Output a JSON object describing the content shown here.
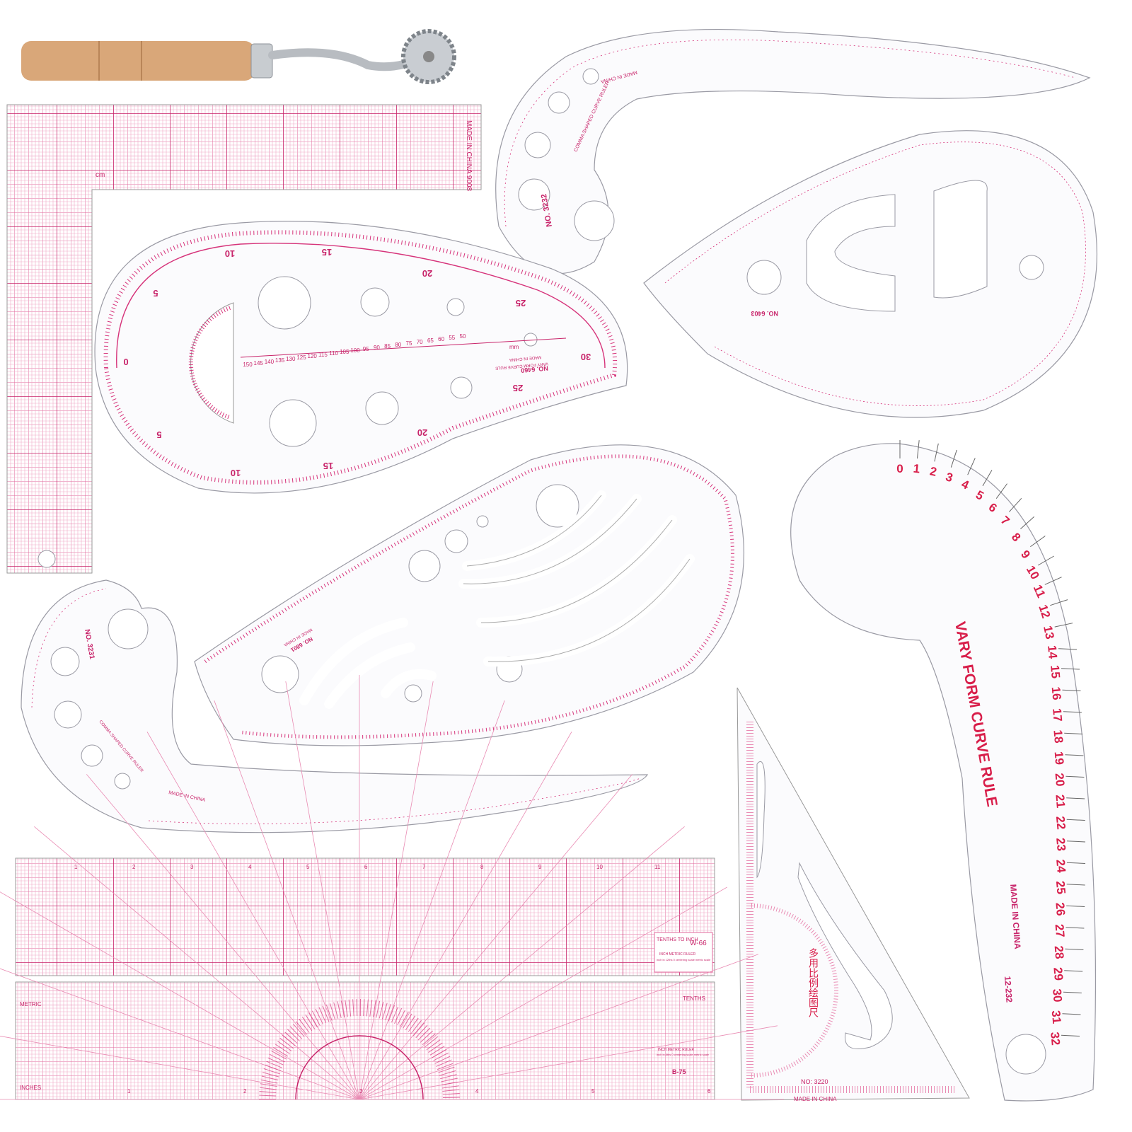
{
  "colors": {
    "print_red": "#d81e4a",
    "grid_pink": "#d6337a",
    "light_pink": "#e98bb3",
    "wood": "#d9a779",
    "steel": "#c8ccd0"
  },
  "items": {
    "tracing_wheel": {
      "icon": "tracing-wheel-icon"
    },
    "l_square": {
      "label": "MADE IN CHINA 9008",
      "unit": "cm"
    },
    "comma_ruler_top": {
      "model": "NO. 3232",
      "label": "COMMA SHAPED CURVE RULER",
      "made": "MADE IN CHINA"
    },
    "teardrop_ruler": {
      "model": "NO. 6460",
      "label": "VARY FORM CURVE RULE",
      "made": "MADE IN CHINA",
      "unit": "mm",
      "outer_numbers": [
        "5",
        "10",
        "15",
        "20",
        "25",
        "30",
        "25",
        "20",
        "15",
        "10",
        "5",
        "0"
      ],
      "mm_scale": [
        "150",
        "145",
        "140",
        "135",
        "130",
        "125",
        "120",
        "115",
        "110",
        "105",
        "100",
        "95",
        "90",
        "85",
        "80",
        "75",
        "70",
        "65",
        "60",
        "55",
        "50"
      ]
    },
    "drop_ruler_right": {
      "model": "NO. 6403"
    },
    "french_curve": {
      "model": "NO. 6801",
      "made": "MADE IN CHINA"
    },
    "comma_ruler_bottom": {
      "model": "NO. 3231",
      "label": "COMMA SHAPED CURVE RULER",
      "made": "MADE IN CHINA"
    },
    "vary_form_curve": {
      "title": "VARY FORM CURVE RULE",
      "made": "MADE IN CHINA",
      "model": "12-232",
      "numbers": [
        "0",
        "1",
        "2",
        "3",
        "4",
        "5",
        "6",
        "7",
        "8",
        "9",
        "10",
        "11",
        "12",
        "13",
        "14",
        "15",
        "16",
        "17",
        "18",
        "19",
        "20",
        "21",
        "22",
        "23",
        "24",
        "25",
        "26",
        "27",
        "28",
        "29",
        "30",
        "31",
        "32"
      ]
    },
    "triangle_ruler": {
      "model": "NO: 3220",
      "made": "MADE IN CHINA",
      "chinese_label": "多用比例绘图尺"
    },
    "grid_ruler_w66": {
      "model": "W-66",
      "tenths": "TENTHS TO INCH",
      "desc": "INCH METRIC RULER",
      "desc2": "inch in 12ths  0 centering scale metric scale",
      "numbers": [
        "1",
        "2",
        "3",
        "4",
        "5",
        "6",
        "7",
        "8",
        "9",
        "10",
        "11"
      ]
    },
    "grid_ruler_b75": {
      "model": "B-75",
      "tenths": "TENTHS",
      "metric": "METRIC",
      "inches": "INCHES",
      "desc": "INCH METRIC RULER",
      "desc2": "inch in 8ths  0 centering scale metric scale",
      "numbers": [
        "1",
        "2",
        "3",
        "4",
        "5",
        "6"
      ]
    }
  }
}
